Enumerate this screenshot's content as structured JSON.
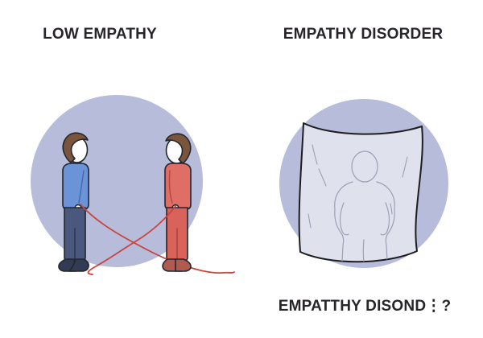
{
  "panels": {
    "left": {
      "title": "LOW EMPATHY"
    },
    "right": {
      "title": "EMPATHY DISORDER",
      "caption": "EMPATTHY DISOND⋮?"
    }
  },
  "colors": {
    "page_bg": "#ffffff",
    "title_text": "#27242a",
    "circle": "#b7bcda",
    "outline": "#232730",
    "skin": "#fdfdfd",
    "hair": "#7a553c",
    "blue_sweater": "#6b93d8",
    "blue_seam": "#4668aa",
    "navy_pants": "#49587c",
    "navy_split": "#2b3550",
    "navy_shoes": "#333b54",
    "red_sweater": "#df6e66",
    "red_seam": "#b8443f",
    "red_pants": "#d9625b",
    "red_split": "#a4423c",
    "red_shoes": "#b05a50",
    "thread": "#c8443c",
    "sheet_fill": "#dfe1ec",
    "sheet_outline": "#1d1d1f",
    "sheet_line": "#9ba0b6"
  }
}
